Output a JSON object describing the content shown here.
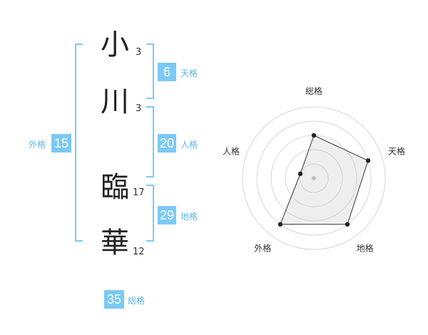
{
  "colors": {
    "accent": "#7bc9f5",
    "label": "#62b6e8",
    "text": "#222222"
  },
  "name": {
    "characters": [
      {
        "char": "小",
        "strokes": "3"
      },
      {
        "char": "川",
        "strokes": "3"
      },
      {
        "char": "臨",
        "strokes": "17"
      },
      {
        "char": "華",
        "strokes": "12"
      }
    ]
  },
  "fortunes": {
    "tenkaku": {
      "value": "6",
      "label": "天格"
    },
    "jinkaku": {
      "value": "20",
      "label": "人格"
    },
    "chikaku": {
      "value": "29",
      "label": "地格"
    },
    "gaikaku": {
      "value": "15",
      "label": "外格"
    },
    "soukaku": {
      "value": "35",
      "label": "総格"
    }
  },
  "chart_data": {
    "type": "radar",
    "axes": [
      "総格",
      "天格",
      "地格",
      "外格",
      "人格"
    ],
    "values": [
      3,
      4,
      4,
      4,
      1
    ],
    "max": 5,
    "rings": 5
  }
}
